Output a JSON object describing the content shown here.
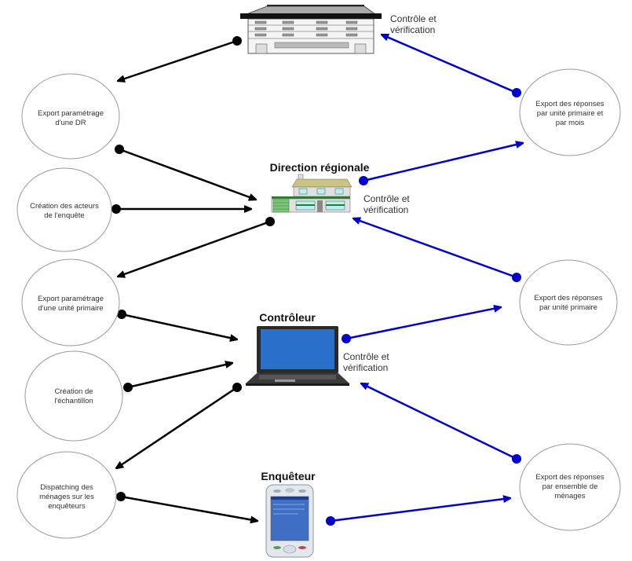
{
  "colors": {
    "flow_black": "#000000",
    "flow_blue": "#0000cc",
    "ellipse_stroke": "#9a9a9a",
    "text": "#333333"
  },
  "actors": {
    "national": {
      "title": "",
      "icon": "office-building-icon",
      "control_label": [
        "Contrôle et",
        "vérification"
      ]
    },
    "regional": {
      "title": "Direction régionale",
      "icon": "house-icon",
      "control_label": [
        "Contrôle et",
        "vérification"
      ]
    },
    "controller": {
      "title": "Contrôleur",
      "icon": "laptop-icon",
      "control_label": [
        "Contrôle et",
        "vérification"
      ]
    },
    "enumerator": {
      "title": "Enquêteur",
      "icon": "pda-icon"
    }
  },
  "left_nodes": [
    {
      "id": "export-param-dr",
      "lines": [
        "Export paramétrage",
        "d'une DR"
      ]
    },
    {
      "id": "creation-acteurs",
      "lines": [
        "Création des acteurs",
        "de l'enquête"
      ]
    },
    {
      "id": "export-param-up",
      "lines": [
        "Export paramétrage",
        "d'une unité primaire"
      ]
    },
    {
      "id": "creation-echantillon",
      "lines": [
        "Création de",
        "l'échantillon"
      ]
    },
    {
      "id": "dispatching",
      "lines": [
        "Dispatching des",
        "ménages sur les",
        "enquêteurs"
      ]
    }
  ],
  "right_nodes": [
    {
      "id": "export-rep-up-mois",
      "lines": [
        "Export des réponses",
        "par unité primaire et",
        "par mois"
      ]
    },
    {
      "id": "export-rep-up",
      "lines": [
        "Export des réponses",
        "par unité primaire"
      ]
    },
    {
      "id": "export-rep-menages",
      "lines": [
        "Export des réponses",
        "par ensemble de",
        "ménages"
      ]
    }
  ],
  "flows": [
    {
      "id": "national-to-export-dr",
      "color": "black",
      "from": "national",
      "to": "export-param-dr"
    },
    {
      "id": "export-dr-to-regional",
      "color": "black",
      "from": "export-param-dr",
      "to": "regional"
    },
    {
      "id": "creation-acteurs-to-regional",
      "color": "black",
      "from": "creation-acteurs",
      "to": "regional"
    },
    {
      "id": "regional-to-export-up",
      "color": "black",
      "from": "regional",
      "to": "export-param-up"
    },
    {
      "id": "export-up-to-controller",
      "color": "black",
      "from": "export-param-up",
      "to": "controller"
    },
    {
      "id": "echantillon-to-controller",
      "color": "black",
      "from": "creation-echantillon",
      "to": "controller"
    },
    {
      "id": "controller-to-dispatching",
      "color": "black",
      "from": "controller",
      "to": "dispatching"
    },
    {
      "id": "dispatching-to-enumerator",
      "color": "black",
      "from": "dispatching",
      "to": "enumerator"
    },
    {
      "id": "enumerator-to-export-menages",
      "color": "blue",
      "from": "enumerator",
      "to": "export-rep-menages"
    },
    {
      "id": "export-menages-to-controller",
      "color": "blue",
      "from": "export-rep-menages",
      "to": "controller"
    },
    {
      "id": "controller-to-export-up",
      "color": "blue",
      "from": "controller",
      "to": "export-rep-up"
    },
    {
      "id": "export-rep-up-to-regional",
      "color": "blue",
      "from": "export-rep-up",
      "to": "regional"
    },
    {
      "id": "regional-to-export-mois",
      "color": "blue",
      "from": "regional",
      "to": "export-rep-up-mois"
    },
    {
      "id": "export-mois-to-national",
      "color": "blue",
      "from": "export-rep-up-mois",
      "to": "national"
    }
  ]
}
